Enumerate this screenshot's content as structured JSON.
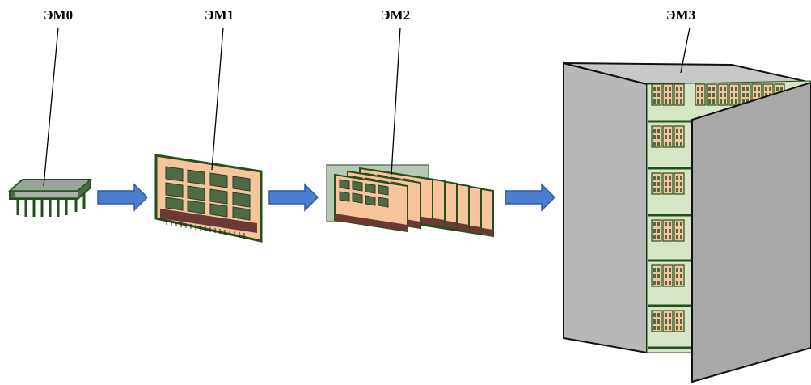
{
  "labels": {
    "em0": "ЭМ0",
    "em1": "ЭМ1",
    "em2": "ЭМ2",
    "em3": "ЭМ3"
  },
  "colors": {
    "board": "#f8c49b",
    "board_edge": "#234f1c",
    "chip": "#4d6b45",
    "chip_edge": "#2a3d24",
    "connector": "#7a3a3a",
    "arrow_fill": "#4a7fd0",
    "arrow_edge": "#2e5aa0",
    "cabinet_panel": "#b8b8b8",
    "cabinet_top": "#c8c8c8",
    "cabinet_inside": "#d8e6c8"
  }
}
